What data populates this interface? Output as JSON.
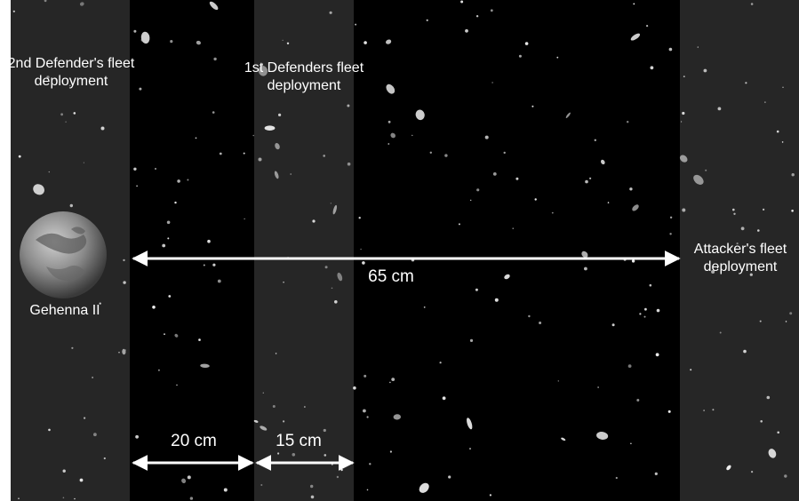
{
  "zones": {
    "second_defender": "2nd Defender's fleet deployment",
    "first_defenders": "1st Defenders fleet deployment",
    "attacker": "Attacker's fleet deployment"
  },
  "planet": {
    "name": "Gehenna II"
  },
  "measurements": {
    "total": "65 cm",
    "second_zone_gap": "20 cm",
    "first_zone_width": "15 cm"
  },
  "colors": {
    "zone_fill": "#262626",
    "space": "#000000",
    "text": "#ffffff",
    "planet": "#9a9a9a"
  }
}
